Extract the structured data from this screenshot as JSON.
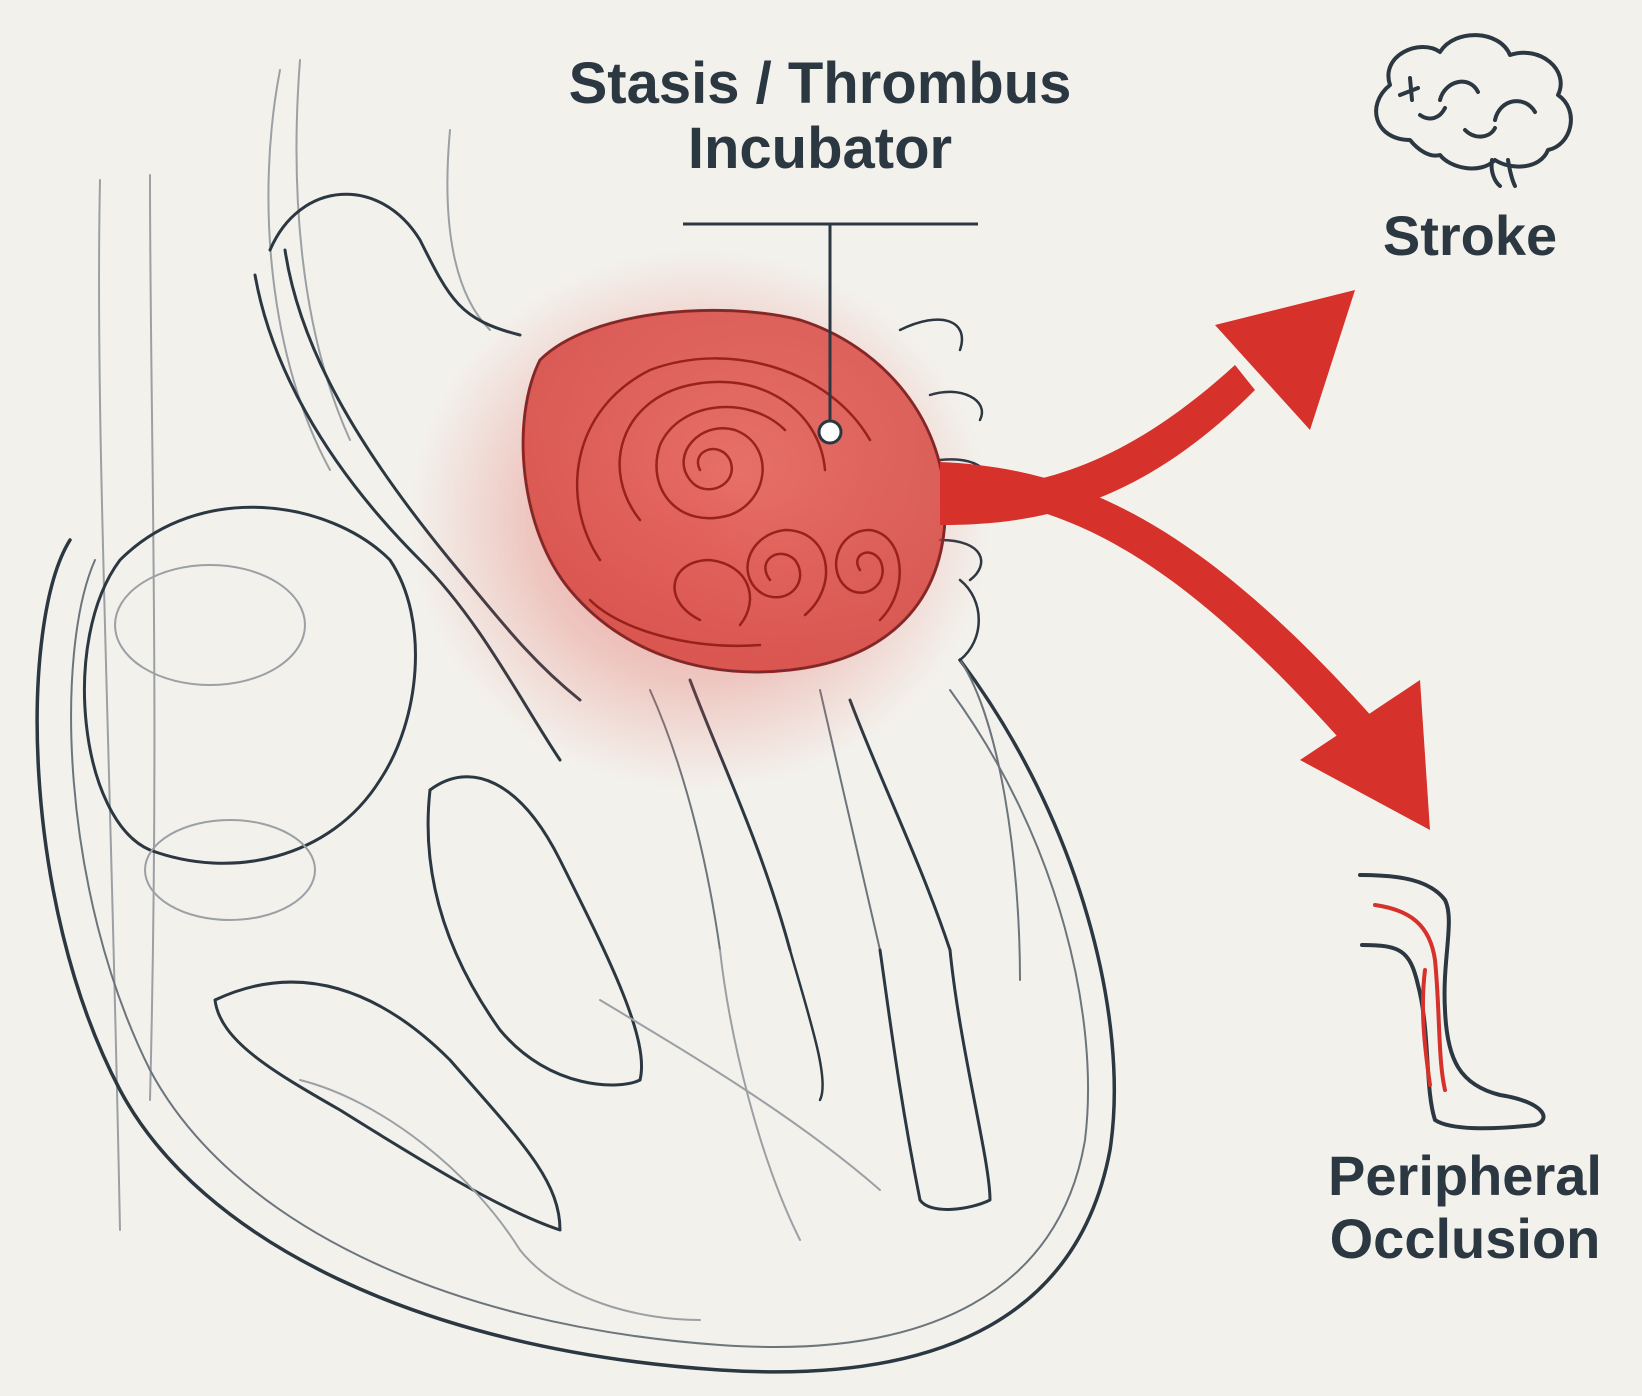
{
  "callout": {
    "line1": "Stasis / Thrombus",
    "line2": "Incubator"
  },
  "outcomes": {
    "stroke": "Stroke",
    "peripheral_line1": "Peripheral",
    "peripheral_line2": "Occlusion"
  },
  "icons": {
    "brain": "brain-icon",
    "leg": "leg-icon"
  },
  "colors": {
    "background": "#f3f1ec",
    "line": "#2b3741",
    "accent_red": "#d6312b",
    "heart_outline": "#b9bcbf"
  }
}
